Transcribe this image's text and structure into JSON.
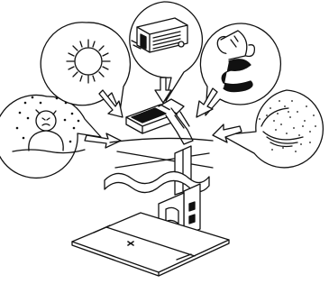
{
  "diagram": {
    "kind": "illustration",
    "subject": "document-camera-stand",
    "hazard_callouts": [
      {
        "id": "cold-snow",
        "icon": "snowman-icon"
      },
      {
        "id": "sun-heat",
        "icon": "sun-icon"
      },
      {
        "id": "heater",
        "icon": "heater-icon"
      },
      {
        "id": "liquid-spill",
        "icon": "spilled-cup-icon"
      },
      {
        "id": "dust",
        "icon": "dust-icon"
      }
    ],
    "colors": {
      "ink": "#111111",
      "paper": "#ffffff"
    }
  }
}
